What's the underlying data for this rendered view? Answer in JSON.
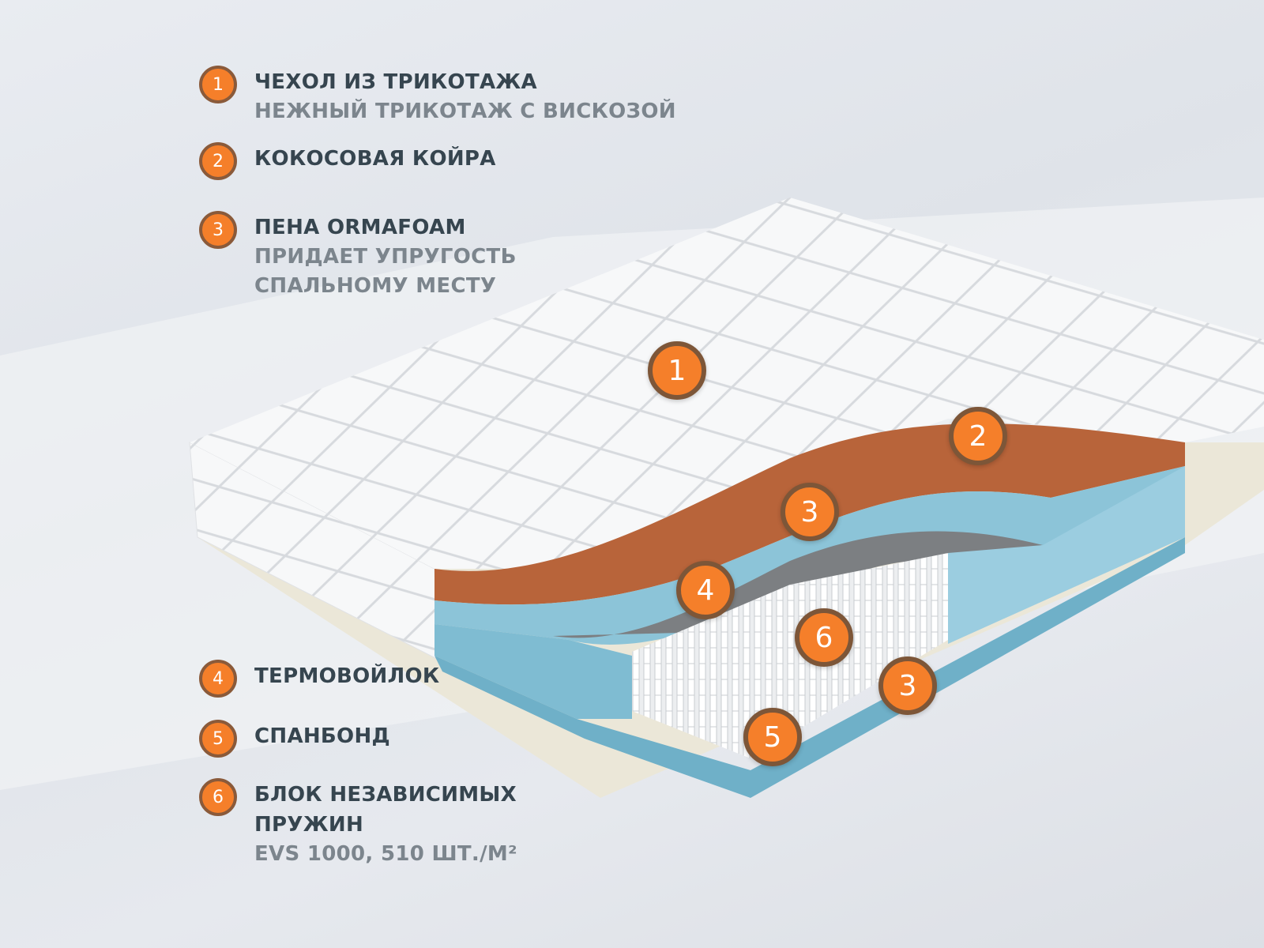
{
  "layers": [
    {
      "number": "1",
      "title": "ЧЕХОЛ ИЗ ТРИКОТАЖА",
      "subtitle": "НЕЖНЫЙ ТРИКОТАЖ С ВИСКОЗОЙ"
    },
    {
      "number": "2",
      "title": "КОКОСОВАЯ КОЙРА"
    },
    {
      "number": "3",
      "title": "ПЕНА ORMAFOAM",
      "subtitle": "ПРИДАЕТ УПРУГОСТЬ",
      "subtitle2": "СПАЛЬНОМУ МЕСТУ"
    },
    {
      "number": "4",
      "title": "ТЕРМОВОЙЛОК"
    },
    {
      "number": "5",
      "title": "СПАНБОНД"
    },
    {
      "number": "6",
      "title": "БЛОК НЕЗАВИСИМЫХ",
      "title2": "ПРУЖИН",
      "subtitle": "EVS 1000, 510 ШТ./М²"
    }
  ],
  "markers": [
    "1",
    "2",
    "3",
    "4",
    "6",
    "3",
    "5"
  ],
  "colors": {
    "accent": "#f57f2a",
    "accent_border": "#7d5638",
    "title": "#36454f",
    "subtitle": "#7c858d",
    "coir": "#b8643a",
    "foam": "#8cc4d8"
  }
}
